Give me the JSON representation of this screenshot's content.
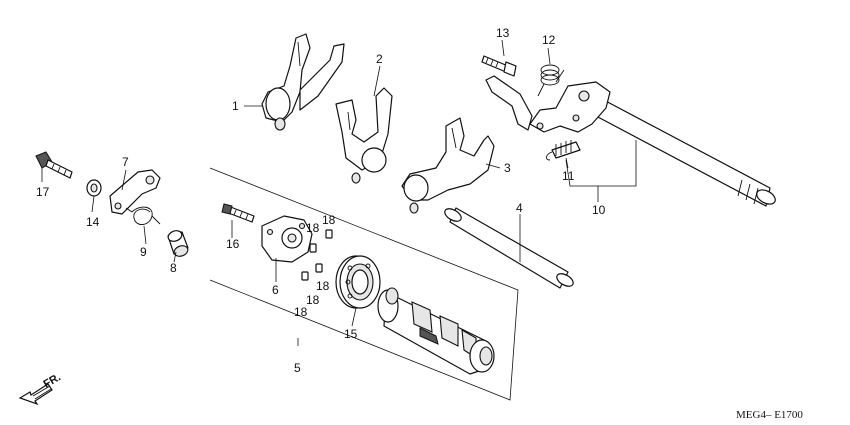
{
  "callouts": {
    "p1": "1",
    "p2": "2",
    "p3": "3",
    "p4": "4",
    "p5": "5",
    "p6": "6",
    "p7": "7",
    "p8": "8",
    "p9": "9",
    "p10": "10",
    "p11": "11",
    "p12": "12",
    "p13": "13",
    "p14": "14",
    "p15": "15",
    "p16": "16",
    "p17": "17",
    "p18a": "18",
    "p18b": "18",
    "p18c": "18",
    "p18d": "18"
  },
  "direction_label": "FR.",
  "diagram_code": "MEG4– E1700"
}
